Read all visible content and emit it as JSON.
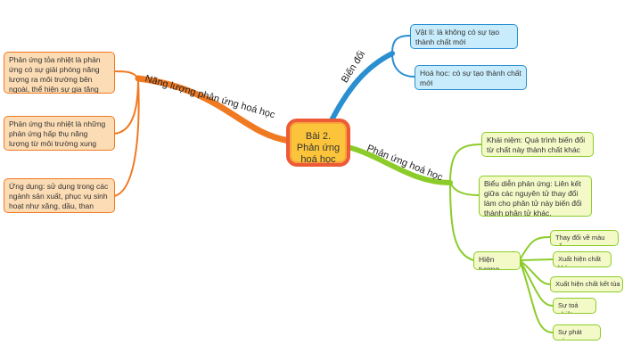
{
  "center": {
    "title": "Bài 2. Phản ứng hoá học"
  },
  "branches": {
    "energy": {
      "label": "Năng lượng phản ứng hoá học",
      "items": [
        "Phản ứng tỏa nhiệt là phản ứng có sự giải phóng năng lượng ra môi trường bên ngoài, thể hiện sự gia tăng nhiệt độ",
        "Phản ứng thu nhiệt là những phản ứng hấp thụ năng lượng từ môi trường xung quanh.",
        "Ứng dụng: sử dụng trong các ngành sản xuất, phục vụ sinh hoạt như xăng, dầu, than"
      ]
    },
    "change": {
      "label": "Biến đổi",
      "items": [
        "Vật lí: là không có sự tạo thành chất mới",
        "Hoá học: có sự tạo thành chất mới"
      ]
    },
    "reaction": {
      "label": "Phản ứng hoá học",
      "items": [
        "Khái niệm: Quá trình biến đổi từ chất này thành chất khác",
        "Biểu diễn phản ứng: Liên kết giữa các nguyên tử thay đổi làm cho phân tử này biến đổi thành phân tử khác."
      ],
      "phenomena": {
        "label": "Hiện tượng",
        "items": [
          "Thay đổi về màu sắc",
          "Xuất hiện chất khí",
          "Xuất hiện chất kết tủa",
          "Sự toả nhiệt",
          "Sự phát sáng"
        ]
      }
    }
  },
  "colors": {
    "orange": "#f07a22",
    "blue": "#2a8fd0",
    "green": "#8ccc2a",
    "center_fill": "#fbc43a",
    "center_border": "#ec5a36"
  }
}
